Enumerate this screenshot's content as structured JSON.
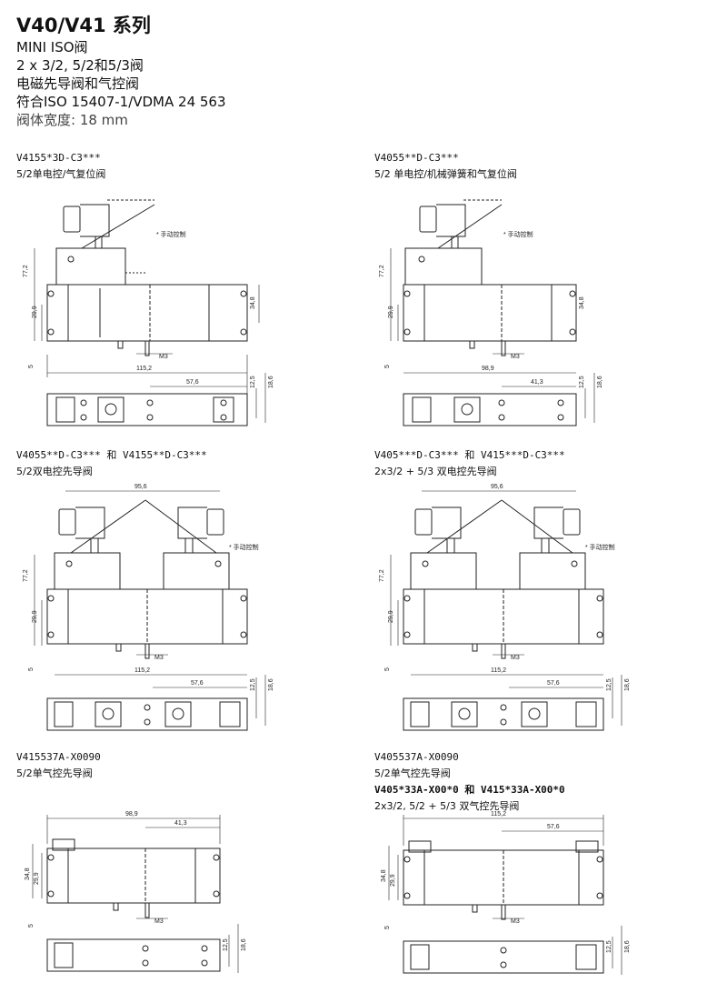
{
  "header": {
    "title": "V40/V41 系列",
    "lines": [
      "MINI ISO阀",
      "2 x 3/2, 5/2和5/3阀",
      "电磁先导阀和气控阀",
      "符合ISO 15407-1/VDMA 24 563"
    ],
    "width_line": "阀体宽度: 18 mm"
  },
  "drawings": [
    {
      "part": "V4155*3D-C3***",
      "desc": "5/2单电控/气复位阀",
      "note": "* 手动控制",
      "dims": {
        "height": "77,2",
        "body": "29,9",
        "side": "34,8",
        "offset": "5",
        "length": "115,2",
        "half": "57,6",
        "w1": "12,5",
        "w2": "18,6",
        "thread": "M3"
      }
    },
    {
      "part": "V4055**D-C3***",
      "desc": "5/2 单电控/机械弹簧和气复位阀",
      "note": "* 手动控制",
      "dims": {
        "height": "77,2",
        "body": "29,9",
        "side": "34,8",
        "offset": "5",
        "length": "98,9",
        "half": "41,3",
        "w1": "12,5",
        "w2": "18,6",
        "thread": "M3"
      }
    },
    {
      "part": "V4055**D-C3*** 和 V4155**D-C3***",
      "desc": "5/2双电控先导阀",
      "note": "* 手动控制",
      "dims": {
        "top": "95,6",
        "height": "77,2",
        "body": "29,9",
        "offset": "5",
        "length": "115,2",
        "half": "57,6",
        "w1": "12,5",
        "w2": "18,6",
        "thread": "M3"
      }
    },
    {
      "part": "V405***D-C3*** 和 V415***D-C3***",
      "desc": "2x3/2 + 5/3 双电控先导阀",
      "note": "* 手动控制",
      "dims": {
        "top": "95,6",
        "height": "77,2",
        "body": "29,9",
        "offset": "5",
        "length": "115,2",
        "half": "57,6",
        "w1": "12,5",
        "w2": "18,6",
        "thread": "M3"
      }
    },
    {
      "part": "V415537A-X0090",
      "desc": "5/2单气控先导阀",
      "dims": {
        "length": "98,9",
        "half": "41,3",
        "h1": "34,8",
        "h2": "29,9",
        "offset": "5",
        "w1": "12,5",
        "w2": "18,6",
        "thread": "M3"
      }
    },
    {
      "part": "V405537A-X0090",
      "desc": "5/2单气控先导阀",
      "part2": "V405*33A-X00*0 和 V415*33A-X00*0",
      "desc2": "2x3/2, 5/2 + 5/3 双气控先导阀",
      "dims": {
        "length": "115,2",
        "half": "57,6",
        "h1": "34,8",
        "h2": "29,9",
        "offset": "5",
        "w1": "12,5",
        "w2": "18,6",
        "thread": "M3"
      }
    }
  ]
}
